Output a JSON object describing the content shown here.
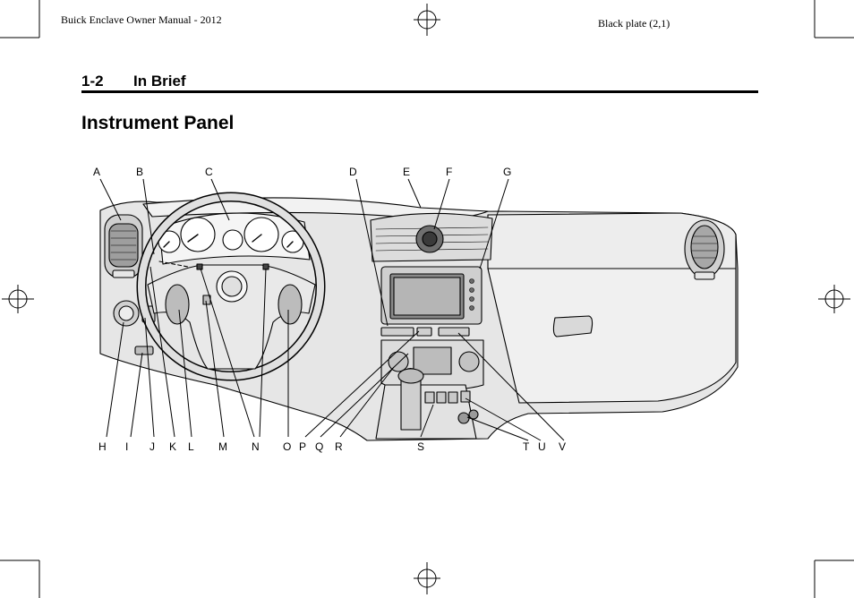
{
  "header": {
    "left": "Buick Enclave Owner Manual - 2012",
    "right": "Black plate (2,1)"
  },
  "section": {
    "number": "1-2",
    "name": "In Brief"
  },
  "title": "Instrument Panel",
  "callouts": {
    "top": [
      "A",
      "B",
      "C",
      "D",
      "E",
      "F",
      "G"
    ],
    "bottom": [
      "H",
      "I",
      "J",
      "K",
      "L",
      "M",
      "N",
      "O",
      "P",
      "Q",
      "R",
      "S",
      "T",
      "U",
      "V"
    ]
  },
  "colors": {
    "ink": "#000000",
    "panel_fill": "#e6e6e6",
    "panel_light": "#f2f2f2",
    "panel_dark": "#bdbdbd"
  }
}
